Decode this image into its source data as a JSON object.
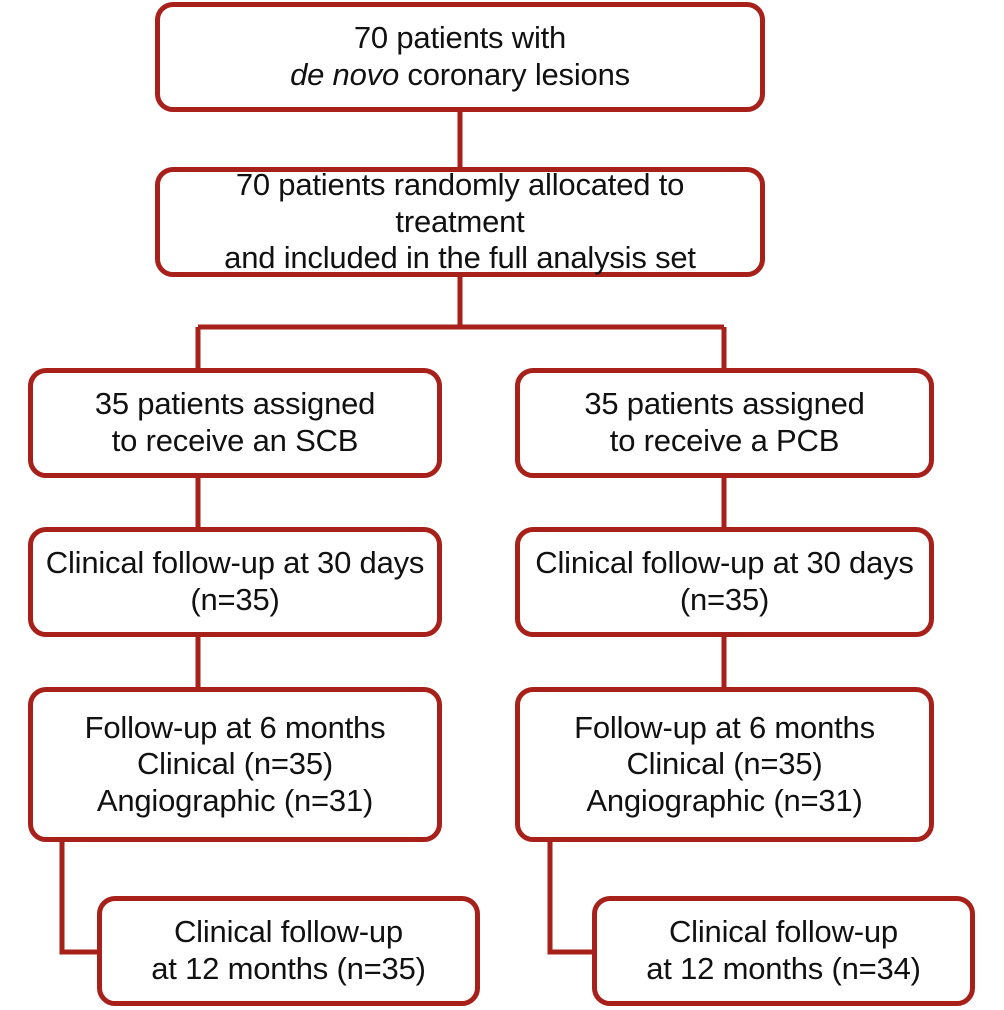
{
  "diagram": {
    "title": "CONSORT patient flow diagram",
    "accent_color": "#a8201a",
    "text_color": "#111111",
    "background_color": "#ffffff",
    "nodes": {
      "top": {
        "line1": "70 patients with",
        "line2_italic": "de novo",
        "line2_rest": " coronary lesions"
      },
      "allocated": {
        "text": "70 patients randomly allocated to treatment\nand included in the full analysis set"
      },
      "scb_assigned": {
        "text": "35 patients assigned\nto receive an SCB"
      },
      "pcb_assigned": {
        "text": "35 patients assigned\nto receive a PCB"
      },
      "scb_30days": {
        "text": "Clinical follow-up at 30 days\n(n=35)"
      },
      "pcb_30days": {
        "text": "Clinical follow-up at 30 days\n(n=35)"
      },
      "scb_6months": {
        "text": "Follow-up at 6 months\nClinical (n=35)\nAngiographic (n=31)"
      },
      "pcb_6months": {
        "text": "Follow-up at 6 months\nClinical (n=35)\nAngiographic (n=31)"
      },
      "scb_12months": {
        "text": "Clinical follow-up\nat 12 months (n=35)"
      },
      "pcb_12months": {
        "text": "Clinical follow-up\nat 12 months (n=34)"
      }
    },
    "connectors": [
      {
        "name": "top-to-allocated",
        "kind": "vertical"
      },
      {
        "name": "allocated-to-split",
        "kind": "vertical-then-horizontal-split"
      },
      {
        "name": "scb-assigned-to-30days",
        "kind": "vertical"
      },
      {
        "name": "pcb-assigned-to-30days",
        "kind": "vertical"
      },
      {
        "name": "scb-30days-to-6months",
        "kind": "vertical"
      },
      {
        "name": "pcb-30days-to-6months",
        "kind": "vertical"
      },
      {
        "name": "scb-6months-to-12months",
        "kind": "elbow"
      },
      {
        "name": "pcb-6months-to-12months",
        "kind": "elbow"
      }
    ]
  }
}
